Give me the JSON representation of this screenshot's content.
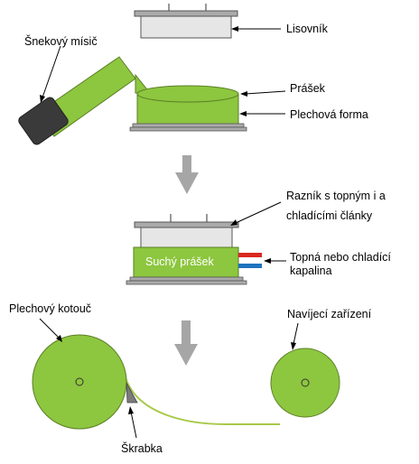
{
  "colors": {
    "green": "#8dc63f",
    "dark_green": "#5b7f25",
    "gray": "#aaaaaa",
    "dark_gray": "#555555",
    "press_fill": "#e6e6e6",
    "mixer_head": "#3a3a3a",
    "hot": "#d9281e",
    "cold": "#1e73be",
    "arrow": "#a6a6a6",
    "strip": "#a9c94a"
  },
  "labels": {
    "lisovnik": "Lisovník",
    "snekovy_misic": "Šnekový mísič",
    "prasek": "Prášek",
    "plechova_forma": "Plechová forma",
    "raznik_line1": "Razník s topným i a",
    "raznik_line2": "chladícími články",
    "suchy_prasek": "Suchý prášek",
    "topna_line1": "Topná nebo chladící",
    "topna_line2": "kapalina",
    "plechovy_kotouc": "Plechový kotouč",
    "navijeci_zarizeni": "Navíjecí zařízení",
    "skrabka": "Škrabka"
  },
  "icons": {
    "down_arrow": "down-arrow-icon"
  }
}
